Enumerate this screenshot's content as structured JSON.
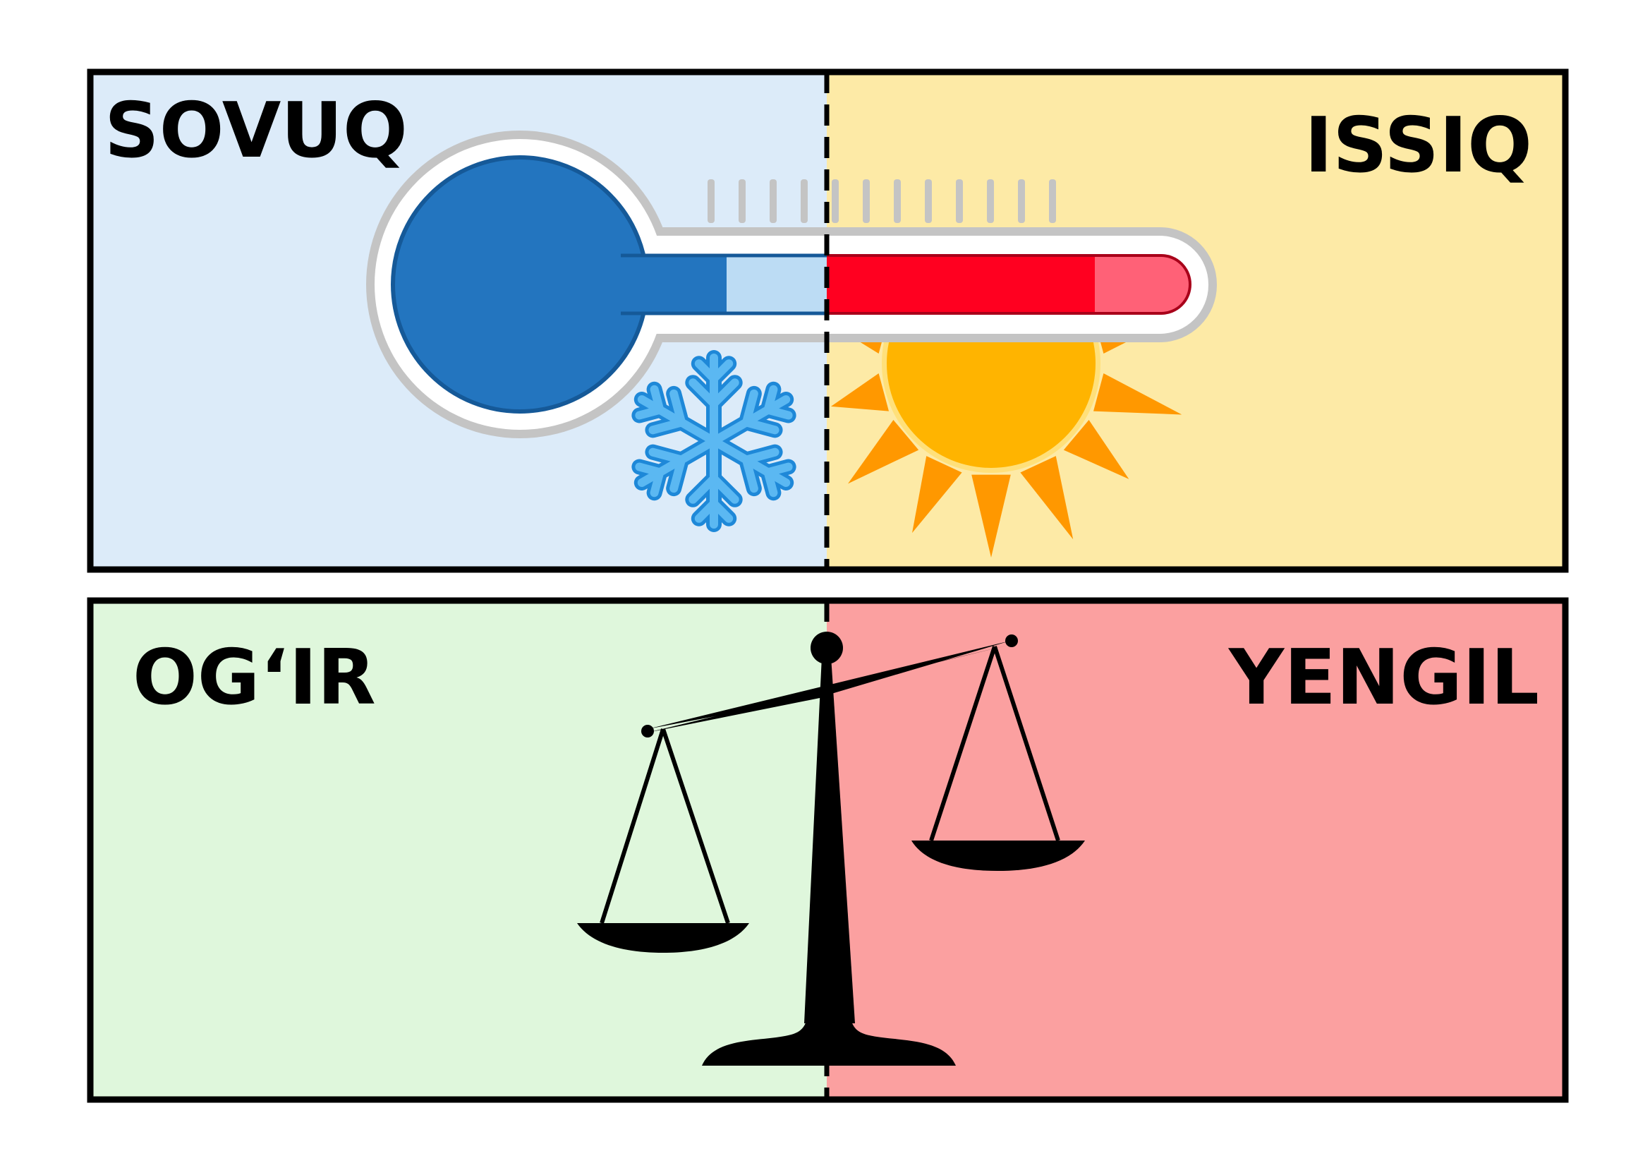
{
  "panels": {
    "top": {
      "left_label": "SOVUQ",
      "right_label": "ISSIQ",
      "left_color": "#dcebf9",
      "right_color": "#fdeaa6",
      "left_icon": "snowflake-icon",
      "right_icon": "sun-icon",
      "center_icon": "thermometer-icon"
    },
    "bottom": {
      "left_label": "OG‘IR",
      "right_label": "YENGIL",
      "left_color": "#dff7dc",
      "right_color": "#fba0a0",
      "center_icon": "balance-scale-icon"
    }
  },
  "colors": {
    "cold_blue": "#2375bf",
    "light_blue": "#bcdcf4",
    "hot_red": "#ff0020",
    "light_red": "#ff6177",
    "sun_yellow": "#ffb400",
    "sun_ray_orange": "#ff9800",
    "snowflake_fill": "#5bb8f2",
    "snowflake_outline": "#1e88d8"
  }
}
